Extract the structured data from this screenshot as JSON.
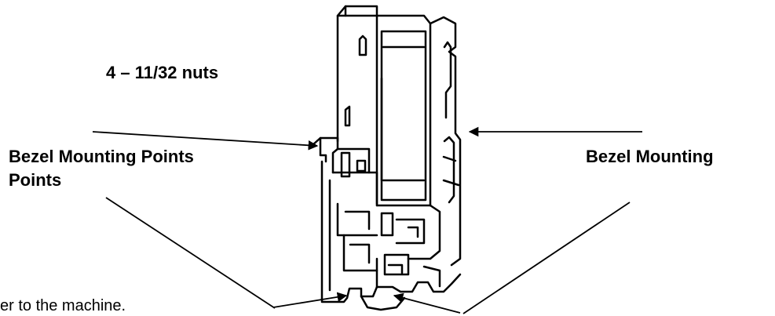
{
  "labels": {
    "nuts": "4 – 11/32 nuts",
    "left_line1": "Bezel Mounting Points",
    "left_line2": "Points",
    "right": "Bezel Mounting"
  },
  "caption_fragment": "er to the machine."
}
